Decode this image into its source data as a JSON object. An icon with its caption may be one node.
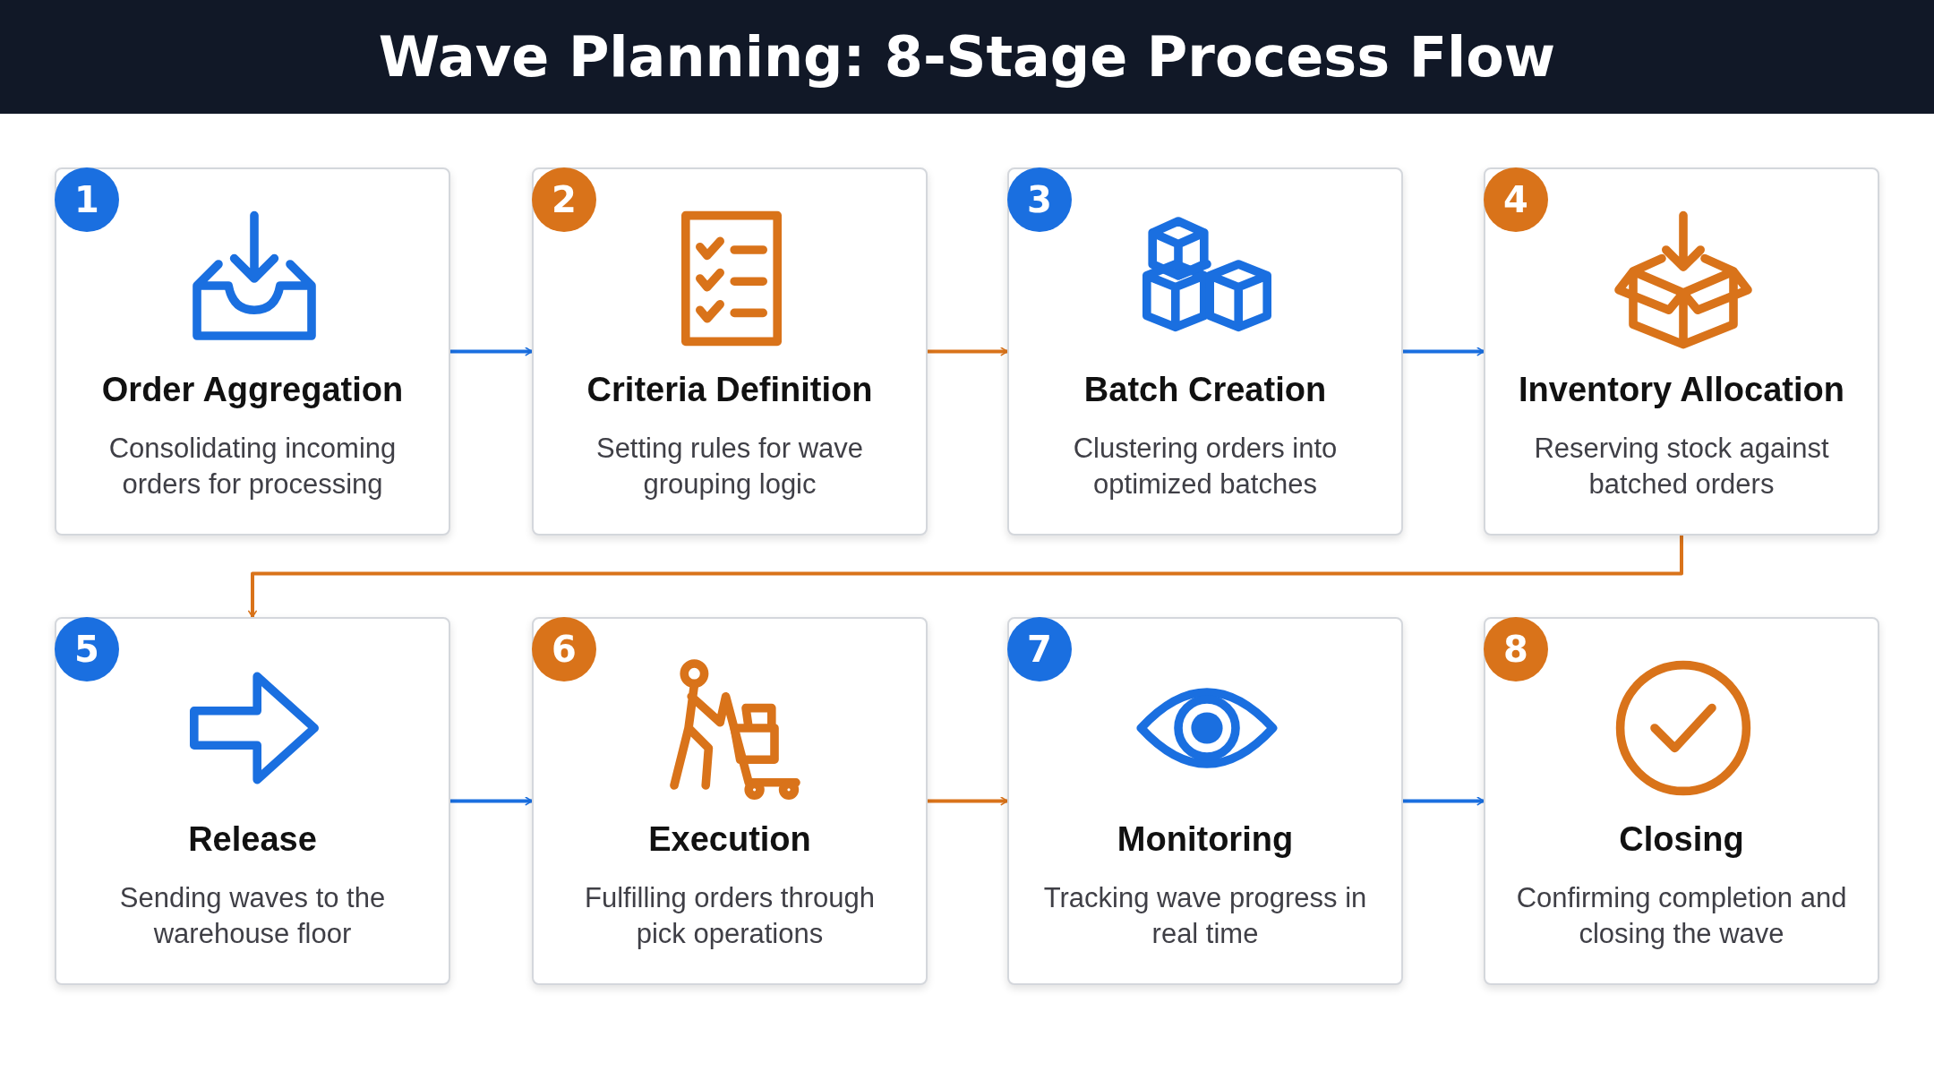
{
  "diagram": {
    "title": "Wave Planning: 8-Stage Process Flow",
    "nodes": [
      {
        "text": [
          "1",
          "Order Aggregation",
          "Consolidating incoming orders for processing"
        ]
      },
      {
        "text": [
          "2",
          "Criteria Definition",
          "Setting rules for wave grouping logic"
        ]
      },
      {
        "text": [
          "3",
          "Batch Creation",
          "Clustering orders into optimized batches"
        ]
      },
      {
        "text": [
          "4",
          "Inventory Allocation",
          "Reserving stock against batched orders"
        ]
      },
      {
        "text": [
          "5",
          "Release",
          "Sending waves to the warehouse floor"
        ]
      },
      {
        "text": [
          "6",
          "Execution",
          "Fulfilling orders through pick operations"
        ]
      },
      {
        "text": [
          "7",
          "Monitoring",
          "Tracking wave progress in real time"
        ]
      },
      {
        "text": [
          "8",
          "Closing",
          "Confirming completion and closing the wave"
        ]
      }
    ],
    "edges": [
      {
        "from": 0,
        "to": 1,
        "arrow": "to"
      },
      {
        "from": 1,
        "to": 2,
        "arrow": "to",
        "color": "#d9731a"
      },
      {
        "from": 2,
        "to": 3,
        "arrow": "to"
      },
      {
        "from": 3,
        "to": 4,
        "arrow": "to",
        "color": "#d9731a"
      },
      {
        "from": 4,
        "to": 5,
        "arrow": "to"
      },
      {
        "from": 5,
        "to": 6,
        "arrow": "to",
        "color": "#d9731a"
      },
      {
        "from": 6,
        "to": 7,
        "arrow": "to"
      }
    ]
  }
}
